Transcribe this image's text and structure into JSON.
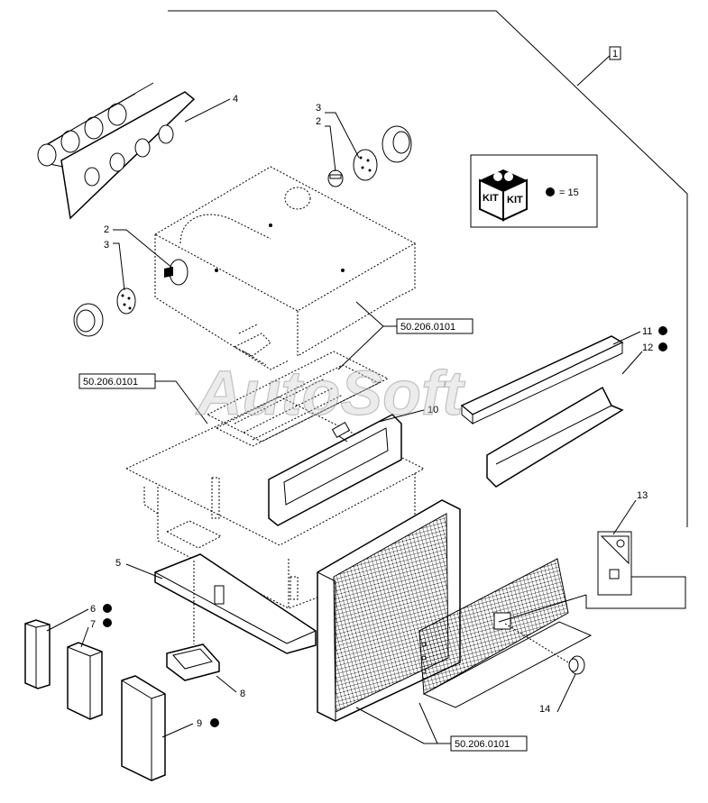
{
  "watermark": "AutoSoft",
  "kit": {
    "icon_text": "KIT",
    "legend": "= 15"
  },
  "callouts": {
    "c1": "1",
    "c2a": "2",
    "c2b": "2",
    "c3a": "3",
    "c3b": "3",
    "c4": "4",
    "c5": "5",
    "c6": "6",
    "c7": "7",
    "c8": "8",
    "c9": "9",
    "c10": "10",
    "c11": "11",
    "c12": "12",
    "c13": "13",
    "c14": "14"
  },
  "refs": {
    "r1": "50.206.0101",
    "r2": "50.206.0101",
    "r3": "50.206.0101"
  }
}
